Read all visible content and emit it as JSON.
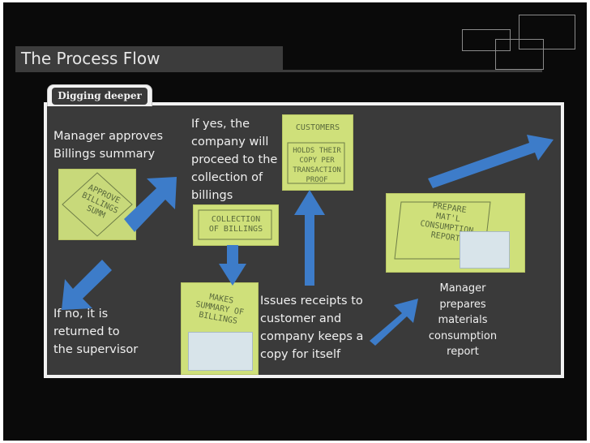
{
  "slide": {
    "title": "The Process Flow",
    "section_tab": "Digging deeper"
  },
  "colors": {
    "background": "#0a0a0a",
    "panel": "#3a3a3a",
    "panel_border": "#f2f2f2",
    "arrow": "#3d7cc9",
    "note": "#cfe07a"
  },
  "captions": {
    "manager_approves": "Manager approves\nBillings summary",
    "if_yes": "If yes, the\ncompany will\nproceed to the\ncollection of\nbillings",
    "if_no": "If no, it is\nreturned to\nthe supervisor",
    "issues_receipts": "Issues receipts to\ncustomer and\ncompany keeps a\ncopy for itself",
    "manager_prepares": "Manager\nprepares\nmaterials\nconsumption\nreport"
  },
  "notes": {
    "approve": "APPROVE\nBILLINGS\nSUMM",
    "collection": "COLLECTION\nOF BILLINGS",
    "customers_title": "CUSTOMERS",
    "customers_body": "HOLDS THEIR\nCOPY PER\nTRANSACTION\nPROOF",
    "makes_summary": "MAKES\nSUMMARY OF\nBILLINGS",
    "prepare_report": "PREPARE\nMAT'L\nCONSUMPTION\nREPORT"
  }
}
